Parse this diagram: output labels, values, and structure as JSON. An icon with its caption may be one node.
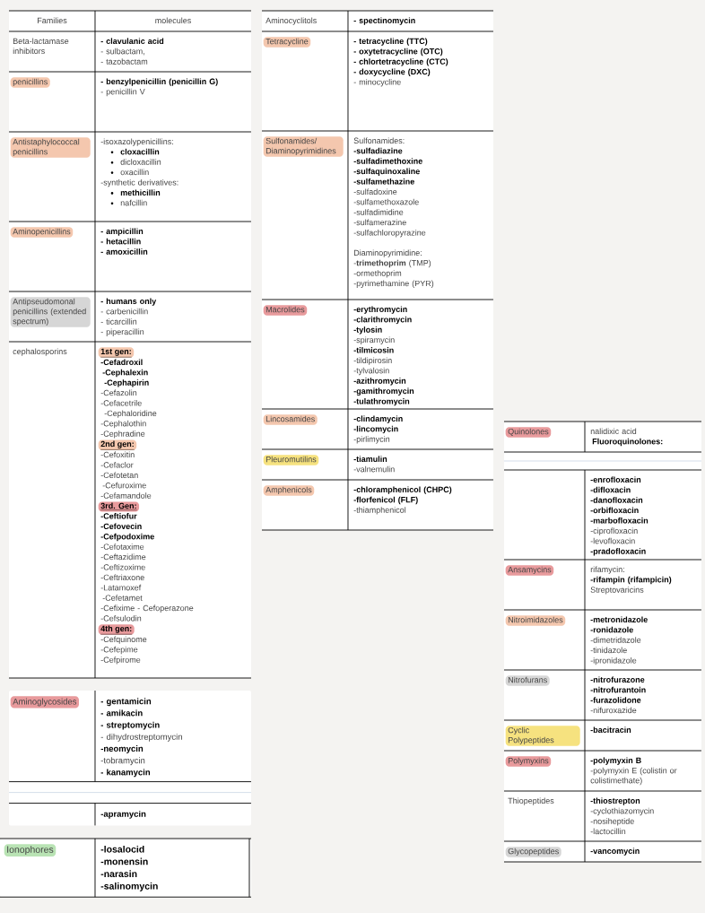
{
  "diagram": {
    "labels": [
      "Families",
      "molecules",
      "Beta-lactamase inhibitors",
      "- clavulanic acid",
      "- sulbactam,",
      "- tazobactam",
      "penicillins",
      "- benzylpenicillin (penicillin G)",
      "- penicillin V",
      "Antistaphylococcal penicillins",
      "-isoxazolypenicillins:",
      "cloxacillin",
      "dicloxacillin",
      "oxacillin",
      "-synthetic derivatives:",
      "methicillin",
      "nafcillin",
      "Aminopenicillins",
      "- ampicillin",
      "- hetacillin",
      "- amoxicillin",
      "Antipseudomonal penicillins (extended spectrum)",
      "- humans only",
      "- carbenicillin",
      "- ticarcillin",
      "- piperacillin",
      "cephalosporins",
      "1st gen:",
      "-Cefadroxil",
      "-Cephalexin",
      "-Cephapirin",
      "-Cefazolin",
      "-Cefacetrile",
      "-Cephaloridine",
      "-Cephalothin",
      "-Cephradine",
      "2nd gen:",
      "-Cefoxitin",
      "-Cefaclor",
      "-Cefotetan",
      "-Cefuroxime",
      "-Cefamandole",
      "3rd. Gen:",
      "-Ceftiofur",
      "-Cefovecin",
      "-Cefpodoxime",
      "-Cefotaxime",
      "-Ceftazidime",
      "-Ceftizoxime",
      "-Ceftriaxone",
      "-Latamoxef",
      "-Cefetamet",
      "-Cefixime - Cefoperazone",
      "-Cefsulodin",
      "4th gen:",
      "-Cefquinome",
      "-Cefepime",
      "-Cefpirome",
      "Aminoglycosides",
      "- gentamicin",
      "- amikacin",
      "- streptomycin",
      "- dihydrostreptomycin",
      "-neomycin",
      "-tobramycin",
      "- kanamycin",
      "-apramycin",
      "Ionophores",
      "-losalocid",
      "-monensin",
      "-narasin",
      "-salinomycin",
      "Aminocyclitols",
      "- spectinomycin",
      "Tetracycline",
      "- tetracycline (TTC)",
      "- oxytetracycline (OTC)",
      "- chlortetracycline (CTC)",
      "- doxycycline (DXC)",
      "- minocycline",
      "Sulfonamides/ Diaminopyrimidines",
      "Sulfonamides:",
      "-sulfadiazine",
      "-sulfadimethoxine",
      "-sulfaquinoxaline",
      "-sulfamethazine",
      "-sulfadoxine",
      "-sulfamethoxazole",
      "-sulfadimidine",
      "-sulfamerazine",
      "-sulfachloropyrazine",
      "Diaminopyrimidine:",
      "-**trimethoprim** (TMP)",
      "-ormethoprim",
      "-pyrimethamine (PYR)",
      "Macrolides",
      "-erythromycin",
      "-clarithromycin",
      "-tylosin",
      "-spiramycin",
      "-tilmicosin",
      "-tildipirosin",
      "-tylvalosin",
      "-azithromycin",
      "-gamithromycin",
      "-tulathromycin",
      "Lincosamides",
      "-clindamycin",
      "-lincomycin",
      "-pirlimycin",
      "Pleuromutilins",
      "-tiamulin",
      "-valnemulin",
      "Amphenicols",
      "-chloramphenicol (CHPC)",
      "-florfenicol (FLF)",
      "-thiamphenicol",
      "Quinolones",
      "nalidixic acid",
      "Fluoroquinolones:",
      "-enrofloxacin",
      "-difloxacin",
      "-danofloxacin",
      "-orbifloxacin",
      "-marbofloxacin",
      "-ciprofloxacin",
      "-levofloxacin",
      "-pradofloxacin",
      "Ansamycins",
      "rifamycin:",
      "-rifampin (rifampicin)",
      "Streptovaricins",
      "Nitroimidazoles",
      "-metronidazole",
      "-ronidazole",
      "-dimetridazole",
      "-tinidazole",
      "-ipronidazole",
      "Nitrofurans",
      "-nitrofurazone",
      "-nitrofurantoin",
      "-furazolidone",
      "-nifuroxazide",
      "Cyclic Polypeptides",
      "-bacitracin",
      "Polymyxins",
      "-polymyxin B",
      "-polymyxin E (colistin or colistimethate)",
      "Thiopeptides",
      "-thiostrepton",
      "-cyclothiazomycin",
      "-nosiheptide",
      "-lactocillin",
      "Glycopeptides",
      "-vancomycin"
    ]
  }
}
